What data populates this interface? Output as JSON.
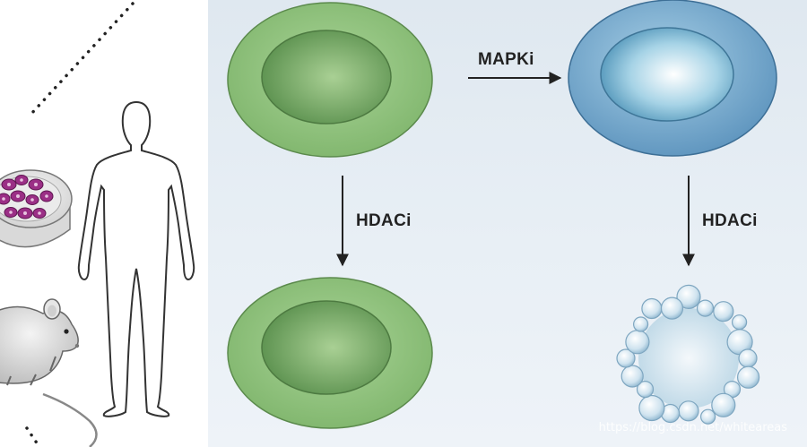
{
  "labels": {
    "mapk_inhibitor": "MAPKi",
    "hdac_inhibitor_left": "HDACi",
    "hdac_inhibitor_right": "HDACi"
  },
  "watermark": "https://blog.csdn.net/whiteareas",
  "colors": {
    "green_cell": "#8cc07a",
    "blue_cell": "#6fa3c8",
    "panel_background": "#e6edf4",
    "arrow": "#222222",
    "cancer_cells": "#9b2f86"
  },
  "icons": [
    "dotted-line",
    "petri-dish-icon",
    "mouse-icon",
    "human-silhouette-icon"
  ]
}
